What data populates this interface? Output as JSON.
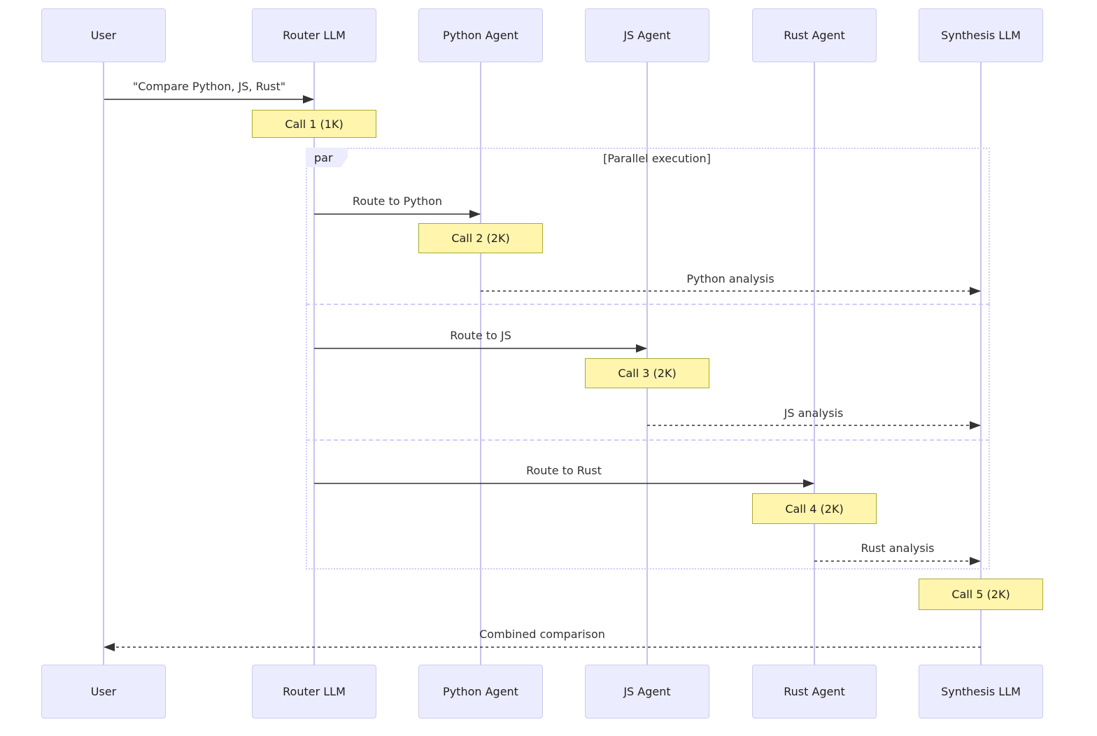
{
  "diagram_type": "sequence-diagram",
  "actors": [
    "User",
    "Router LLM",
    "Python Agent",
    "JS Agent",
    "Rust Agent",
    "Synthesis LLM"
  ],
  "messages": [
    {
      "from": "User",
      "to": "Router LLM",
      "label": "\"Compare Python, JS, Rust\"",
      "line": "solid"
    },
    {
      "from": "Router LLM",
      "to": "Python Agent",
      "label": "Route to Python",
      "line": "solid"
    },
    {
      "from": "Python Agent",
      "to": "Synthesis LLM",
      "label": "Python analysis",
      "line": "dashed"
    },
    {
      "from": "Router LLM",
      "to": "JS Agent",
      "label": "Route to JS",
      "line": "solid"
    },
    {
      "from": "JS Agent",
      "to": "Synthesis LLM",
      "label": "JS analysis",
      "line": "dashed"
    },
    {
      "from": "Router LLM",
      "to": "Rust Agent",
      "label": "Route to Rust",
      "line": "solid"
    },
    {
      "from": "Rust Agent",
      "to": "Synthesis LLM",
      "label": "Rust analysis",
      "line": "dashed"
    },
    {
      "from": "Synthesis LLM",
      "to": "User",
      "label": "Combined comparison",
      "line": "dashed"
    }
  ],
  "notes": [
    {
      "over": "Router LLM",
      "text": "Call 1 (1K)"
    },
    {
      "over": "Python Agent",
      "text": "Call 2 (2K)"
    },
    {
      "over": "JS Agent",
      "text": "Call 3 (2K)"
    },
    {
      "over": "Rust Agent",
      "text": "Call 4 (2K)"
    },
    {
      "over": "Synthesis LLM",
      "text": "Call 5 (2K)"
    }
  ],
  "par_block": {
    "label": "par",
    "condition": "[Parallel execution]"
  },
  "colors": {
    "actor_fill": "#ECECFF",
    "actor_border": "#D0CBEE",
    "lifeline": "#C9C3F0",
    "frame_border": "#CCCCFF",
    "note_fill": "#FFF5AD",
    "note_border": "#AAAA33",
    "arrow": "#333333"
  }
}
